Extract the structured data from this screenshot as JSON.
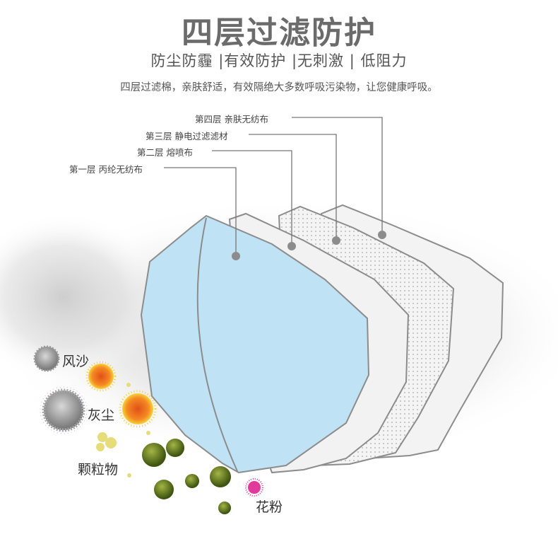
{
  "header": {
    "title": "四层过滤防护",
    "subtitle": "防尘防霾 |有效防护 |无刺激 | 低阻力",
    "description": "四层过滤棉，亲肤舒适，有效隔绝大多数呼吸污染物，让您健康呼吸。"
  },
  "layers": [
    {
      "label": "第四层 亲肤无纺布"
    },
    {
      "label": "第三层 静电过滤滤材"
    },
    {
      "label": "第二层 熔喷布"
    },
    {
      "label": "第一层 丙纶无纺布"
    }
  ],
  "particles": [
    {
      "label": "风沙"
    },
    {
      "label": "灰尘"
    },
    {
      "label": "颗粒物"
    },
    {
      "label": "花粉"
    }
  ],
  "colors": {
    "title": "#6b6b6b",
    "outer_layer": "#bfe3f5",
    "inner_layers": "#f2f2f2",
    "outline": "#8c8c8c",
    "dust": "#f07a1e",
    "pm_particle": "#6d8a1e",
    "pollen": "#e03a9a"
  }
}
